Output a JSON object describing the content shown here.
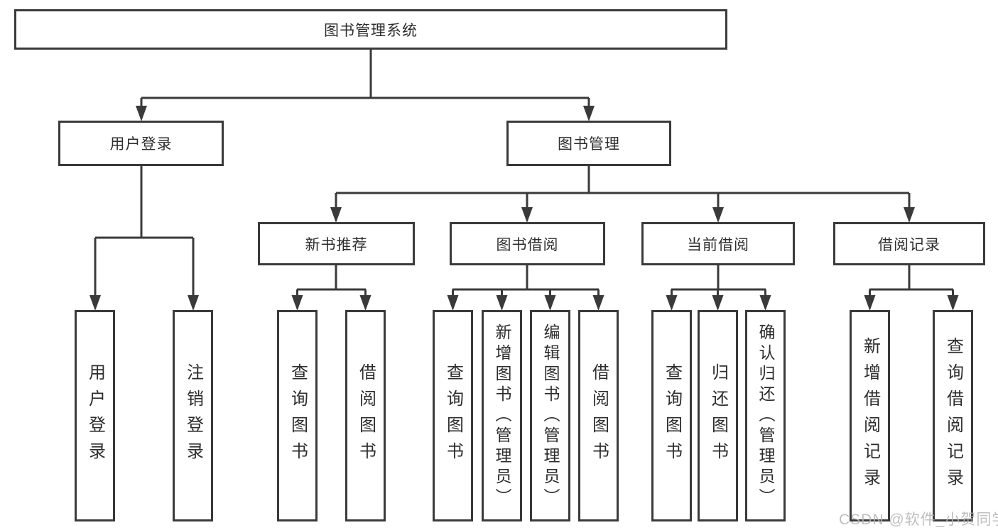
{
  "diagram": {
    "root": {
      "label": "图书管理系统"
    },
    "level2": [
      {
        "id": "user-login",
        "label": "用户登录"
      },
      {
        "id": "book-management",
        "label": "图书管理"
      }
    ],
    "level3": [
      {
        "id": "new-book-recommend",
        "label": "新书推荐"
      },
      {
        "id": "book-borrow",
        "label": "图书借阅"
      },
      {
        "id": "current-borrow",
        "label": "当前借阅"
      },
      {
        "id": "borrow-records",
        "label": "借阅记录"
      }
    ],
    "leaves": [
      {
        "parent": "user-login",
        "label": "用户登录"
      },
      {
        "parent": "user-login",
        "label": "注销登录"
      },
      {
        "parent": "new-book-recommend",
        "label": "查询图书"
      },
      {
        "parent": "new-book-recommend",
        "label": "借阅图书"
      },
      {
        "parent": "book-borrow",
        "label": "查询图书"
      },
      {
        "parent": "book-borrow",
        "label": "新增图书（管理员）"
      },
      {
        "parent": "book-borrow",
        "label": "编辑图书（管理员）"
      },
      {
        "parent": "book-borrow",
        "label": "借阅图书"
      },
      {
        "parent": "current-borrow",
        "label": "查询图书"
      },
      {
        "parent": "current-borrow",
        "label": "归还图书"
      },
      {
        "parent": "current-borrow",
        "label": "确认归还（管理员）"
      },
      {
        "parent": "borrow-records",
        "label": "新增借阅记录"
      },
      {
        "parent": "borrow-records",
        "label": "查询借阅记录"
      }
    ]
  },
  "watermark": {
    "text": "CSDN @软件_小贺同学"
  },
  "colors": {
    "line": "#3a3a3a",
    "text": "#2d2d2d",
    "background": "#ffffff",
    "watermark": "#b5b5b5"
  }
}
